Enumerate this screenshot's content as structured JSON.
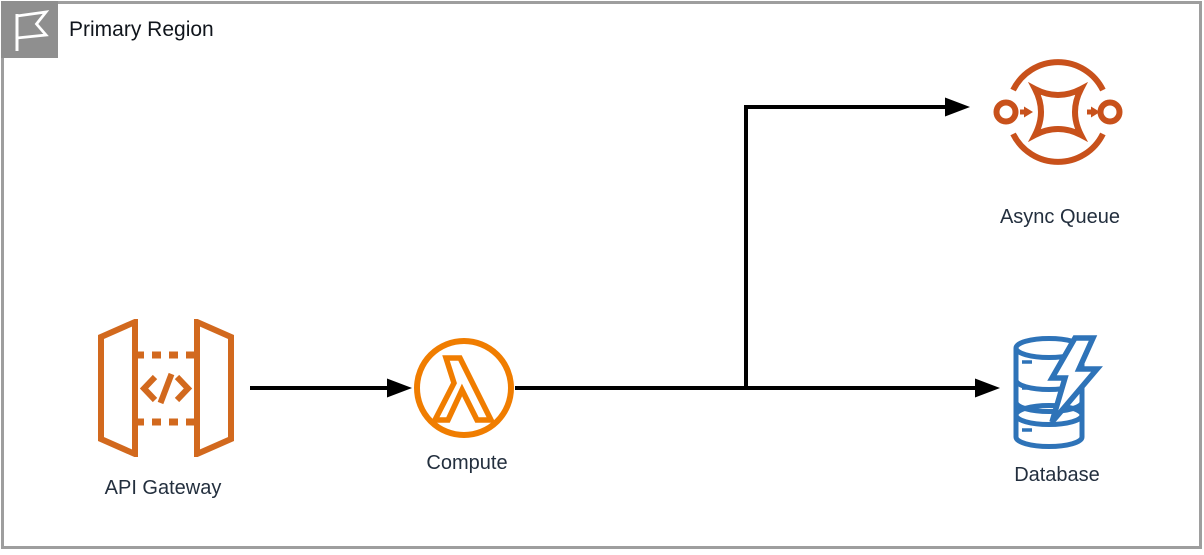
{
  "diagram": {
    "kind": "cloud-architecture-diagram",
    "region": {
      "label": "Primary Region",
      "badge_icon": "flag-icon"
    },
    "nodes": [
      {
        "id": "api-gateway",
        "label": "API Gateway",
        "icon": "api-gateway-icon",
        "color": "#D2691E"
      },
      {
        "id": "compute",
        "label": "Compute",
        "icon": "lambda-function-icon",
        "color": "#F07D00"
      },
      {
        "id": "async-queue",
        "label": "Async Queue",
        "icon": "message-queue-icon",
        "color": "#C8511B"
      },
      {
        "id": "database",
        "label": "Database",
        "icon": "database-lightning-icon",
        "color": "#2E73B8"
      }
    ],
    "edges": [
      {
        "from": "api-gateway",
        "to": "compute",
        "style": "solid",
        "arrowhead": "filled-triangle",
        "color": "#000000"
      },
      {
        "from": "compute",
        "to": "database",
        "style": "solid",
        "arrowhead": "filled-triangle",
        "color": "#000000"
      },
      {
        "from": "compute",
        "to": "async-queue",
        "style": "solid",
        "arrowhead": "filled-triangle",
        "color": "#000000"
      }
    ],
    "colors": {
      "background": "#FFFFFF",
      "region_border": "#9E9E9E",
      "badge_background": "#8F8F8F",
      "badge_glyph": "#FFFFFF",
      "region_title_text": "#10151C",
      "node_label_text": "#232F3E",
      "edge": "#000000"
    }
  }
}
